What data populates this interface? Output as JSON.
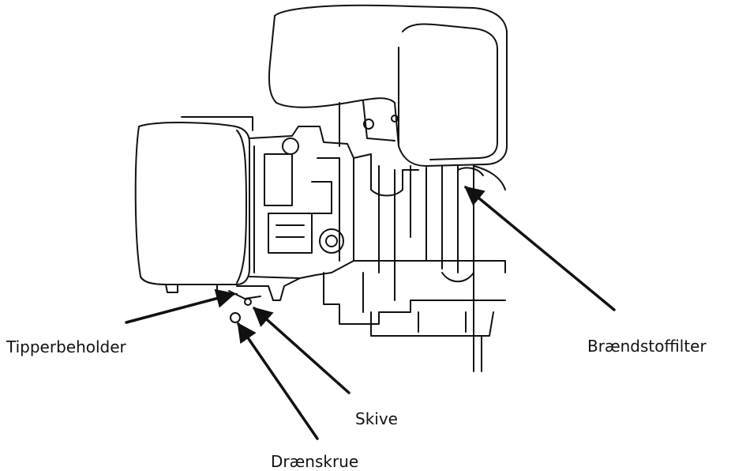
{
  "labels": {
    "tipperbeholder": "Tipperbeholder",
    "braendstoffilter": "Brændstoffilter",
    "skive": "Skive",
    "draenskrue": "Drænskrue"
  },
  "colors": {
    "line": "#111111",
    "background": "#ffffff"
  }
}
